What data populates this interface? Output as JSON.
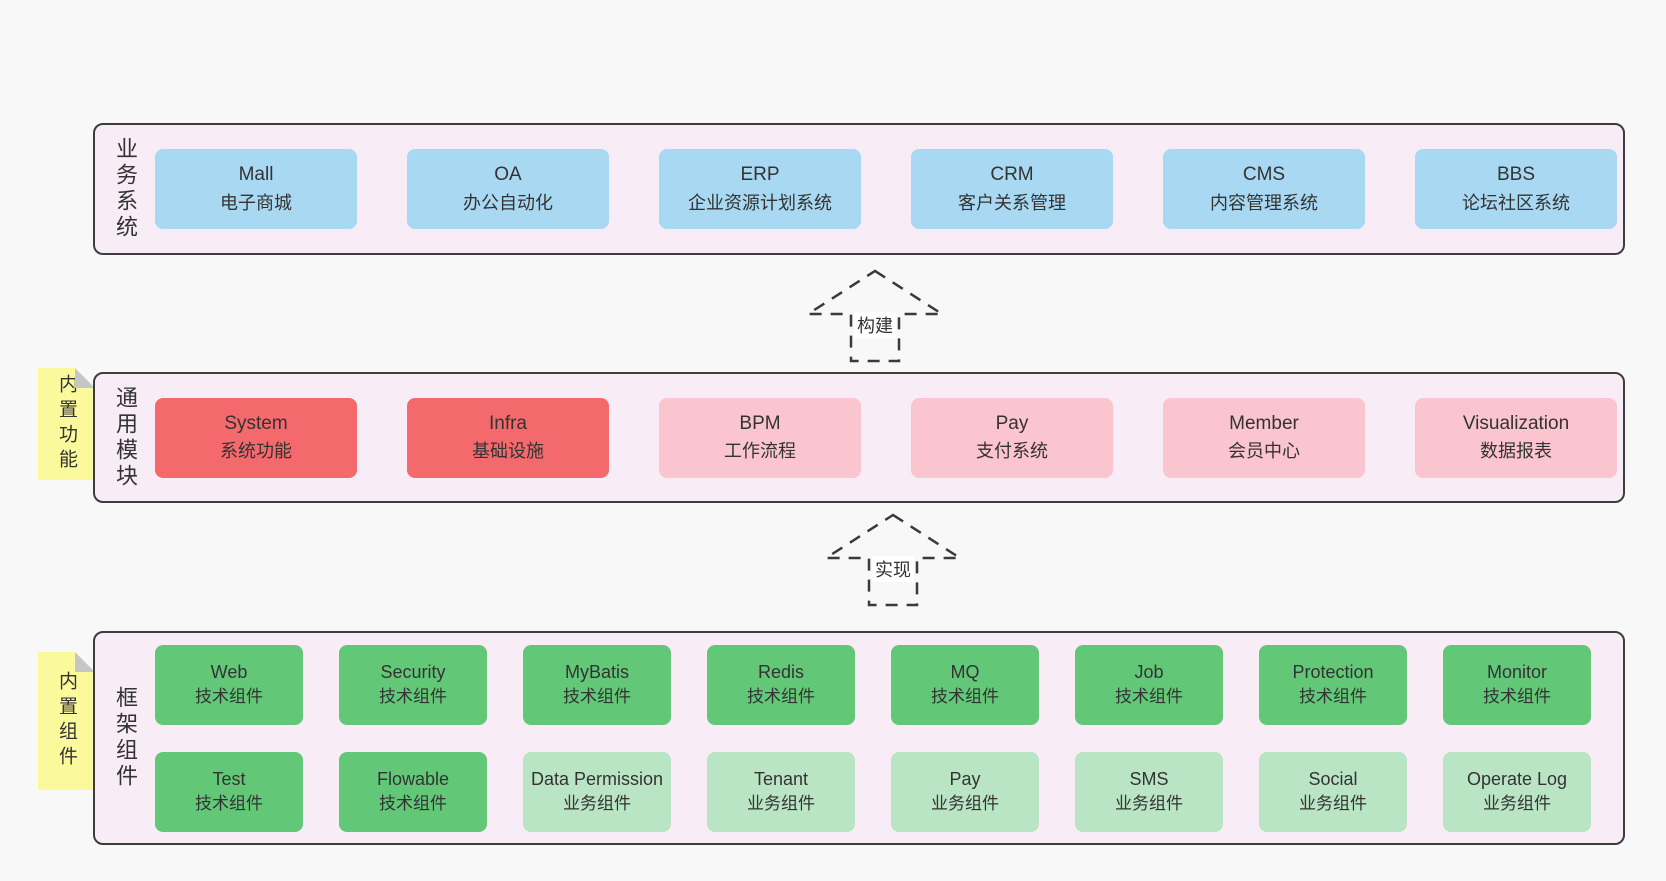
{
  "palette": {
    "page_bg": "#f8f8f8",
    "panel_bg": "#f8edf6",
    "panel_border": "#3d3d3d",
    "blue_box": "#a9d8f2",
    "red_box": "#f4696c",
    "pink_box": "#fac5cf",
    "green_box": "#63c778",
    "light_green_box": "#bae5c4",
    "note_yellow": "#fafa9d",
    "text": "#333333"
  },
  "notes": [
    {
      "label": "内置功能"
    },
    {
      "label": "内置组件"
    }
  ],
  "arrows": [
    {
      "label": "构建"
    },
    {
      "label": "实现"
    }
  ],
  "layers": [
    {
      "title": "业务系统",
      "items": [
        {
          "en": "Mall",
          "zh": "电子商城"
        },
        {
          "en": "OA",
          "zh": "办公自动化"
        },
        {
          "en": "ERP",
          "zh": "企业资源计划系统"
        },
        {
          "en": "CRM",
          "zh": "客户关系管理"
        },
        {
          "en": "CMS",
          "zh": "内容管理系统"
        },
        {
          "en": "BBS",
          "zh": "论坛社区系统"
        }
      ]
    },
    {
      "title": "通用模块",
      "items": [
        {
          "en": "System",
          "zh": "系统功能",
          "variant": "red"
        },
        {
          "en": "Infra",
          "zh": "基础设施",
          "variant": "red"
        },
        {
          "en": "BPM",
          "zh": "工作流程",
          "variant": "pink"
        },
        {
          "en": "Pay",
          "zh": "支付系统",
          "variant": "pink"
        },
        {
          "en": "Member",
          "zh": "会员中心",
          "variant": "pink"
        },
        {
          "en": "Visualization",
          "zh": "数据报表",
          "variant": "pink"
        }
      ]
    },
    {
      "title": "框架组件",
      "rows": [
        {
          "items": [
            {
              "en": "Web",
              "zh": "技术组件",
              "variant": "green"
            },
            {
              "en": "Security",
              "zh": "技术组件",
              "variant": "green"
            },
            {
              "en": "MyBatis",
              "zh": "技术组件",
              "variant": "green"
            },
            {
              "en": "Redis",
              "zh": "技术组件",
              "variant": "green"
            },
            {
              "en": "MQ",
              "zh": "技术组件",
              "variant": "green"
            },
            {
              "en": "Job",
              "zh": "技术组件",
              "variant": "green"
            },
            {
              "en": "Protection",
              "zh": "技术组件",
              "variant": "green"
            },
            {
              "en": "Monitor",
              "zh": "技术组件",
              "variant": "green"
            }
          ]
        },
        {
          "items": [
            {
              "en": "Test",
              "zh": "技术组件",
              "variant": "green"
            },
            {
              "en": "Flowable",
              "zh": "技术组件",
              "variant": "green"
            },
            {
              "en": "Data Permission",
              "zh": "业务组件",
              "variant": "lightgreen"
            },
            {
              "en": "Tenant",
              "zh": "业务组件",
              "variant": "lightgreen"
            },
            {
              "en": "Pay",
              "zh": "业务组件",
              "variant": "lightgreen"
            },
            {
              "en": "SMS",
              "zh": "业务组件",
              "variant": "lightgreen"
            },
            {
              "en": "Social",
              "zh": "业务组件",
              "variant": "lightgreen"
            },
            {
              "en": "Operate Log",
              "zh": "业务组件",
              "variant": "lightgreen"
            }
          ]
        }
      ]
    }
  ]
}
